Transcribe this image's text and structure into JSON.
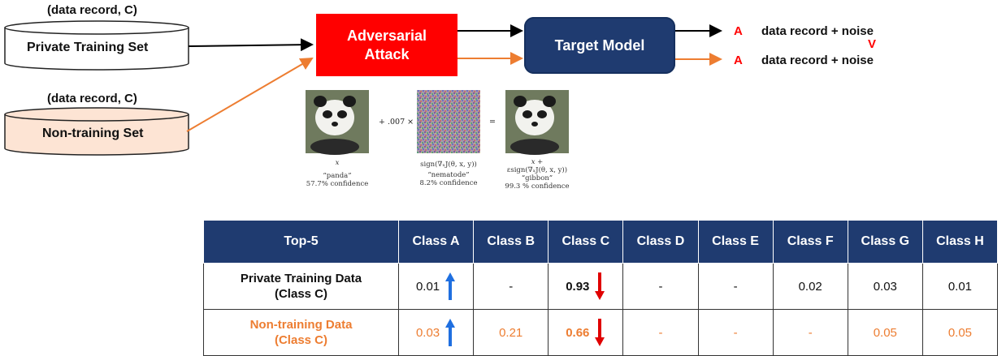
{
  "sources": {
    "private": {
      "caption": "(data record, C)",
      "label": "Private Training Set"
    },
    "nontraining": {
      "caption": "(data record, C)",
      "label": "Non-training Set"
    }
  },
  "attack_label": [
    "Adversarial",
    "Attack"
  ],
  "target_label": "Target Model",
  "outputs": [
    {
      "prediction": "A",
      "text": "data record + noise"
    },
    {
      "prediction": "A",
      "text": "data record + noise"
    }
  ],
  "comparison_mark": "V",
  "example": {
    "operator_times": "+ .007 ×",
    "operator_equals": "=",
    "images": [
      {
        "symbol": "x",
        "label": "“panda”",
        "confidence": "57.7% confidence"
      },
      {
        "symbol": "sign(∇ₓJ(θ, x, y))",
        "label": "“nematode”",
        "confidence": "8.2% confidence"
      },
      {
        "symbol": "x +",
        "symbol2": "εsign(∇ₓJ(θ, x, y))",
        "label": "“gibbon”",
        "confidence": "99.3 % confidence"
      }
    ]
  },
  "table": {
    "headers": [
      "Top-5",
      "Class A",
      "Class B",
      "Class C",
      "Class D",
      "Class E",
      "Class F",
      "Class G",
      "Class H"
    ],
    "rows": [
      {
        "label1": "Private Training Data",
        "label2": "(Class C)",
        "values": [
          "0.01",
          "-",
          "0.93",
          "-",
          "-",
          "0.02",
          "0.03",
          "0.01"
        ]
      },
      {
        "label1": "Non-training Data",
        "label2": "(Class C)",
        "values": [
          "0.03",
          "0.21",
          "0.66",
          "-",
          "-",
          "-",
          "0.05",
          "0.05"
        ]
      }
    ]
  },
  "colors": {
    "navy": "#1f3b70",
    "attack_red": "#ff0000",
    "orange": "#ed7d31",
    "private_fill": "#ffffff",
    "nontraining_fill": "#fde4d4",
    "arrow_up": "#1f6fe0",
    "arrow_down": "#e00000"
  },
  "icons": {
    "increase": "arrow-up-icon",
    "decrease": "arrow-down-icon"
  }
}
